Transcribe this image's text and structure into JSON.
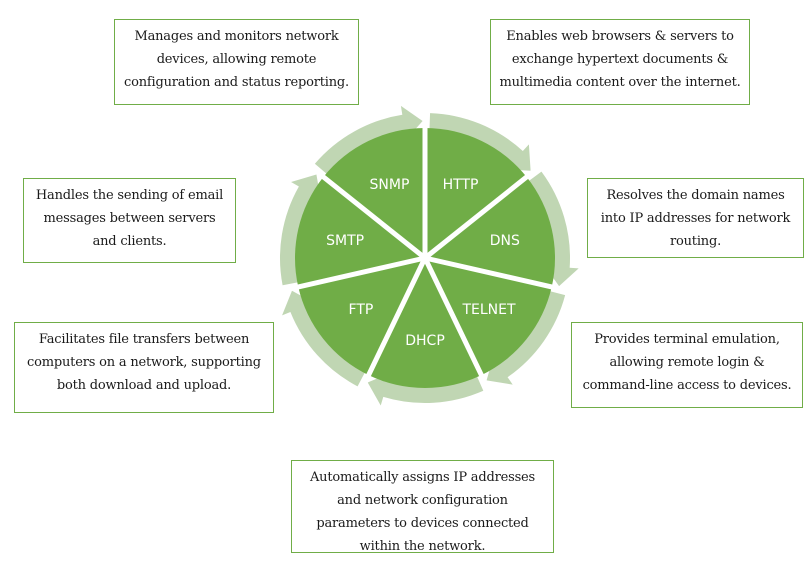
{
  "diagram": {
    "colors": {
      "segment_fill": "#70ad47",
      "ring_arrow_fill": "#c0d6b3",
      "divider": "#ffffff",
      "box_border": "#70ad47"
    },
    "segments": [
      {
        "label": "HTTP",
        "description": "Enables web browsers & servers to exchange hypertext documents & multimedia content over the internet."
      },
      {
        "label": "DNS",
        "description": "Resolves the domain names into IP addresses for network routing."
      },
      {
        "label": "TELNET",
        "description": "Provides terminal emulation, allowing remote login & command-line access to devices."
      },
      {
        "label": "DHCP",
        "description": "Automatically assigns IP addresses and network configuration parameters to devices connected within the network."
      },
      {
        "label": "FTP",
        "description": "Facilitates file transfers between computers on a network, supporting both download and upload."
      },
      {
        "label": "SMTP",
        "description": "Handles the sending of email messages between servers and clients."
      },
      {
        "label": "SNMP",
        "description": "Manages and monitors network devices, allowing remote configuration and status reporting."
      }
    ]
  }
}
